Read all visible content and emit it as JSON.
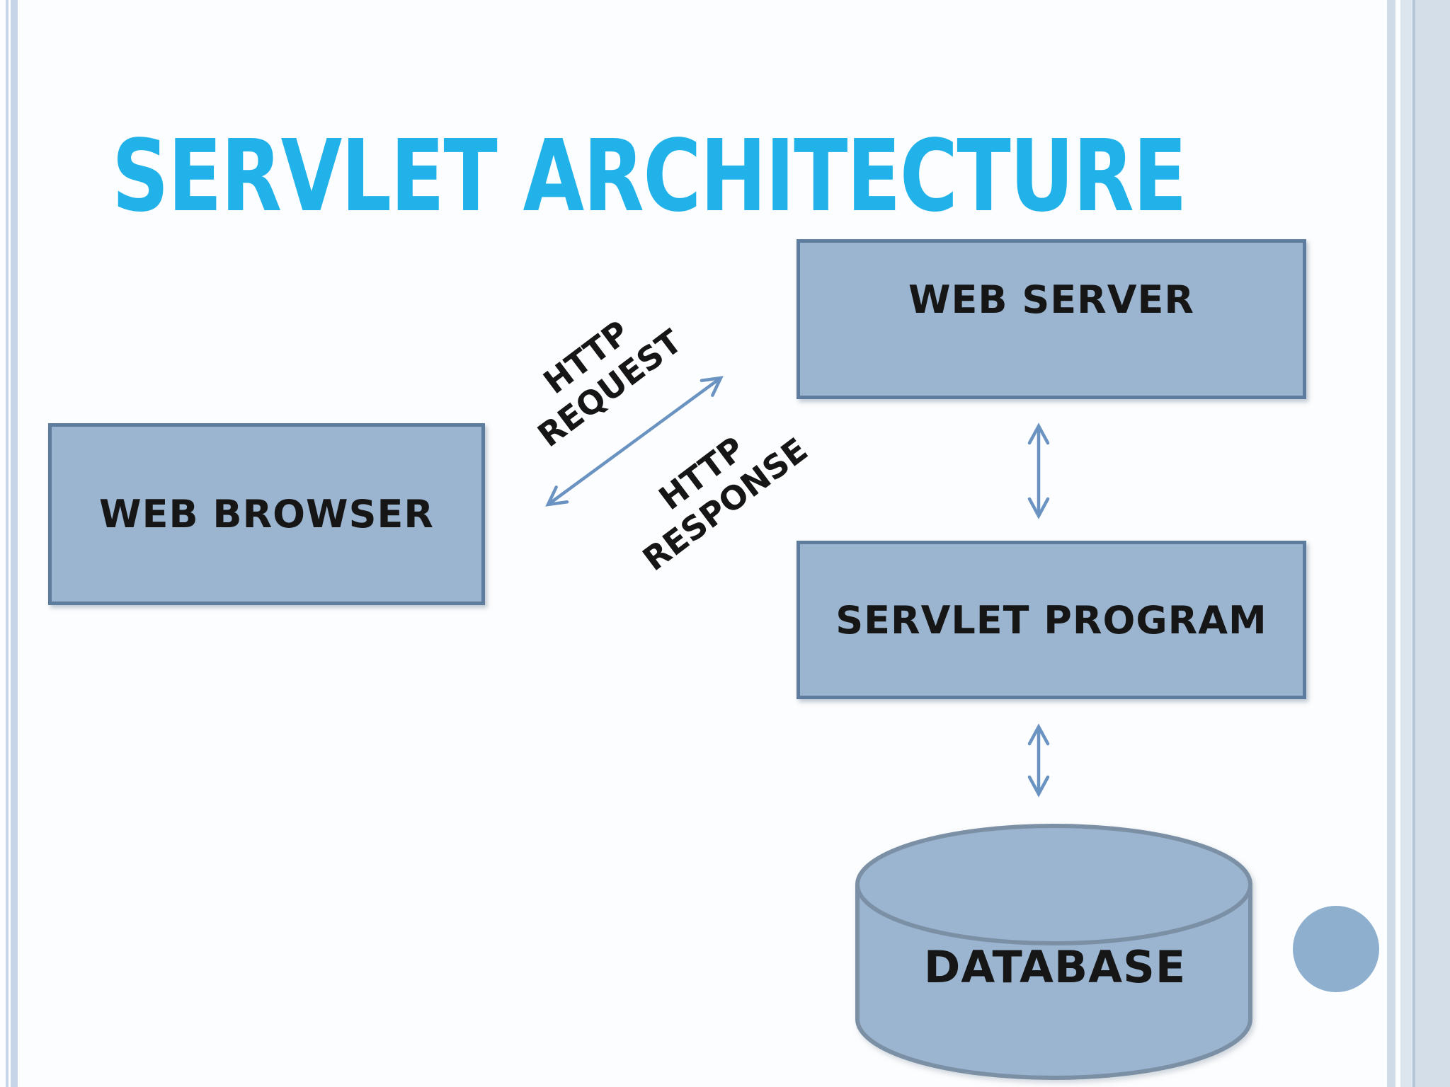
{
  "slide": {
    "title": "SERVLET ARCHITECTURE"
  },
  "nodes": {
    "web_browser": {
      "label": "WEB BROWSER"
    },
    "web_server": {
      "label": "WEB SERVER"
    },
    "servlet_program": {
      "label": "SERVLET PROGRAM"
    },
    "database": {
      "label": "DATABASE"
    }
  },
  "edges": {
    "browser_server": {
      "request_label": "HTTP REQUEST",
      "response_label": "HTTP RESPONSE"
    },
    "server_servlet": {
      "type": "double-arrow"
    },
    "servlet_database": {
      "type": "double-arrow"
    }
  },
  "colors": {
    "title": "#22b2ea",
    "label_text": "#161616",
    "shape_fill": "#9bb5d0",
    "shape_border": "#5d7c9e",
    "cylinder_stroke": "#7b90a5",
    "arrow": "#6b93c1",
    "accent_circle": "#8fafcf",
    "frame_stripe_light": "#c6d6e8",
    "frame_stripe_dark": "#b5c6d7",
    "background": "#fcfdfe"
  }
}
